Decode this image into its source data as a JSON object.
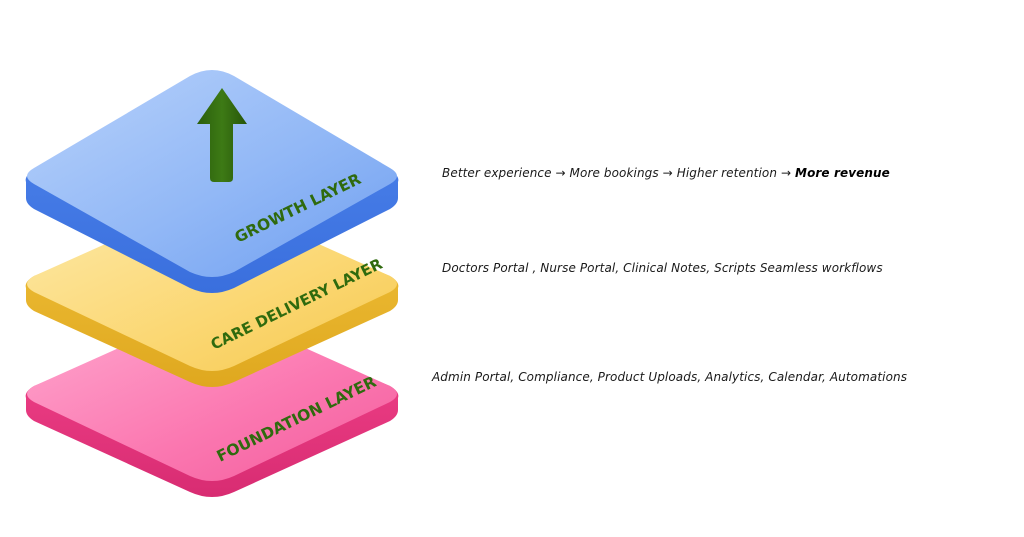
{
  "layers": {
    "growth": {
      "label": "GROWTH LAYER",
      "description": "Better experience → More bookings → Higher retention → ",
      "description_emphasis": "More revenue",
      "color": "#6c9ef2"
    },
    "care_delivery": {
      "label": "CARE DELIVERY LAYER",
      "description": "Doctors Portal , Nurse Portal, Clinical Notes, Scripts Seamless workflows",
      "color": "#f5cb52"
    },
    "foundation": {
      "label": "FOUNDATION LAYER",
      "description": "Admin Portal, Compliance, Product Uploads,  Analytics, Calendar, Automations",
      "color": "#f2559a"
    }
  },
  "icons": {
    "growth_arrow": "up-arrow-icon",
    "arrow_color": "#2f6a0e"
  }
}
